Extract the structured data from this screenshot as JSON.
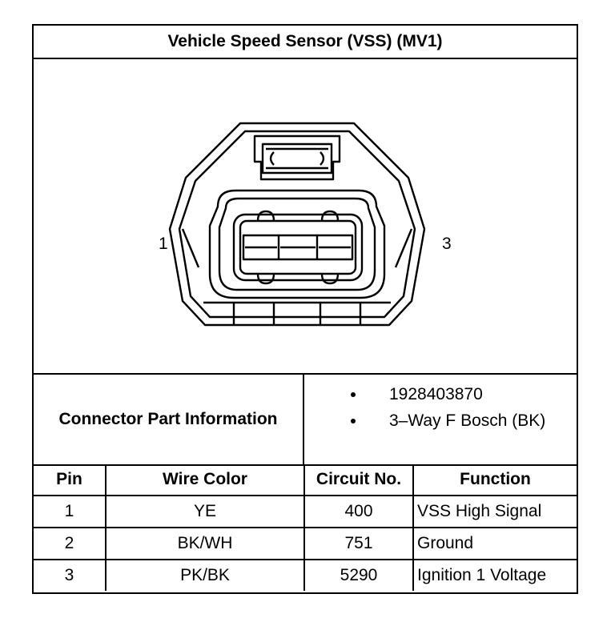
{
  "title": "Vehicle Speed Sensor (VSS) (MV1)",
  "diagram": {
    "pin_left": "1",
    "pin_right": "3"
  },
  "connector_info": {
    "label": "Connector Part Information",
    "items": [
      "1928403870",
      "3–Way F Bosch (BK)"
    ]
  },
  "table": {
    "headers": [
      "Pin",
      "Wire Color",
      "Circuit No.",
      "Function"
    ],
    "rows": [
      [
        "1",
        "YE",
        "400",
        "VSS High Signal"
      ],
      [
        "2",
        "BK/WH",
        "751",
        "Ground"
      ],
      [
        "3",
        "PK/BK",
        "5290",
        "Ignition 1 Voltage"
      ]
    ]
  }
}
